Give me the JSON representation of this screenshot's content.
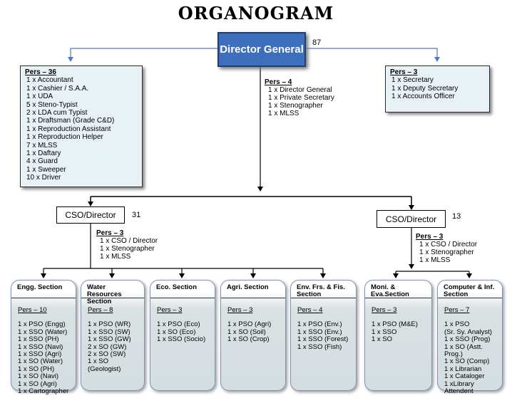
{
  "title": "ORGANOGRAM",
  "director_general": {
    "label": "Director General",
    "count": "87"
  },
  "left_pers": {
    "header": "Pers – 36",
    "items": [
      "1 x Accountant",
      "1 x Cashier / S.A.A.",
      "1 x UDA",
      "5 x Steno-Typist",
      "2 x LDA cum Typist",
      "1 x Draftsman (Grade C&D)",
      "1 x Reproduction Assistant",
      "1 x Reproduction Helper",
      "7 x MLSS",
      "1 x Daftary",
      "4 x Guard",
      "1 x Sweeper",
      "10 x Driver"
    ]
  },
  "center_pers": {
    "header": "Pers – 4",
    "items": [
      "1 x Director General",
      "1 x Private Secretary",
      "1 x Stenographer",
      "1 x MLSS"
    ]
  },
  "right_pers": {
    "header": "Pers – 3",
    "items": [
      "1 x Secretary",
      "1 x Deputy Secretary",
      "1 x Accounts Officer"
    ]
  },
  "cso_left": {
    "label": "CSO/Director",
    "count": "31",
    "pers_header": "Pers – 3",
    "items": [
      "1 x CSO / Director",
      "1 x Stenographer",
      "1 x MLSS"
    ]
  },
  "cso_right": {
    "label": "CSO/Director",
    "count": "13",
    "pers_header": "Pers – 3",
    "items": [
      "1 x CSO / Director",
      "1 x Stenographer",
      "1 x MLSS"
    ]
  },
  "sections": [
    {
      "title": "Engg. Section",
      "pers": "Pers – 10",
      "items": [
        "1 x PSO (Engg)",
        "1 x SSO (Water)",
        "1 x SSO (PH)",
        "1 x SSO (Navi)",
        "1 x SSO (Agri)",
        "1 x SO (Water)",
        "1 x SO (PH)",
        "1 x SO (Navi)",
        "1 x SO (Agri)",
        "1 x Cartographer"
      ]
    },
    {
      "title": "Water Resources Section",
      "pers": "Pers – 8",
      "items": [
        "1 x PSO (WR)",
        "1 x SSO (SW)",
        "1 x SSO (GW)",
        "2 x SO (GW)",
        "2 x SO (SW)",
        "1 x SO (Geologist)"
      ]
    },
    {
      "title": "Eco. Section",
      "pers": "Pers – 3",
      "items": [
        "1 x PSO (Eco)",
        "1 x SO (Eco)",
        "1 x SSO (Socio)"
      ]
    },
    {
      "title": "Agri. Section",
      "pers": "Pers – 3",
      "items": [
        "1 x PSO (Agri)",
        "1 x SO (Soil)",
        "1 x SO (Crop)"
      ]
    },
    {
      "title": "Env. Frs. & Fis. Section",
      "pers": "Pers – 4",
      "items": [
        "1 x PSO (Env.)",
        "1 x SSO (Env.)",
        "1 x SSO (Forest)",
        "1 x SSO (Fish)"
      ]
    },
    {
      "title": "Moni. & Eva.Section",
      "pers": "Pers – 3",
      "items": [
        "1 x PSO (M&E)",
        "1 x SSO",
        "1 x SO"
      ]
    },
    {
      "title": "Computer & Inf. Section",
      "pers": "Pers – 7",
      "items": [
        "1 x PSO",
        "(Sr. Sy. Analyst)",
        "1 x SSO (Prog)",
        "1 x SO (Astt. Prog.)",
        "1 x SO (Comp)",
        "1 x Librarian",
        "1 x Cataloger",
        "1 xLibrary Attendent"
      ]
    }
  ]
}
